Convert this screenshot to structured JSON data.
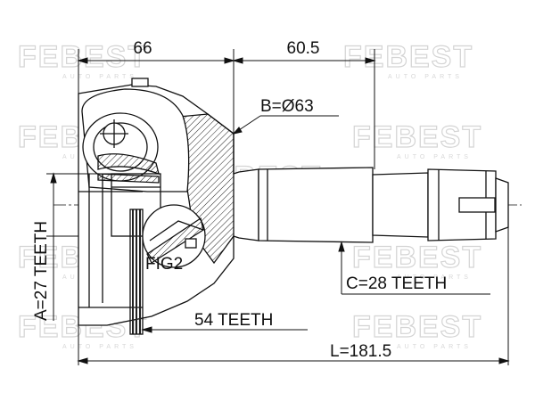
{
  "watermark": {
    "brand": "FEBEST",
    "tagline": "AUTO PARTS"
  },
  "dimensions": {
    "inner_length": "66",
    "outer_length": "60.5",
    "outer_diameter": "B=Ø63",
    "inner_spline": "A=27 TEETH",
    "outer_spline": "C=28 TEETH",
    "abs_ring": "54 TEETH",
    "total_length": "L=181.5"
  },
  "labels": {
    "figure": "FIG2"
  },
  "colors": {
    "line": "#111111",
    "watermark": "#d4d4d4",
    "hatch": "#222222"
  }
}
